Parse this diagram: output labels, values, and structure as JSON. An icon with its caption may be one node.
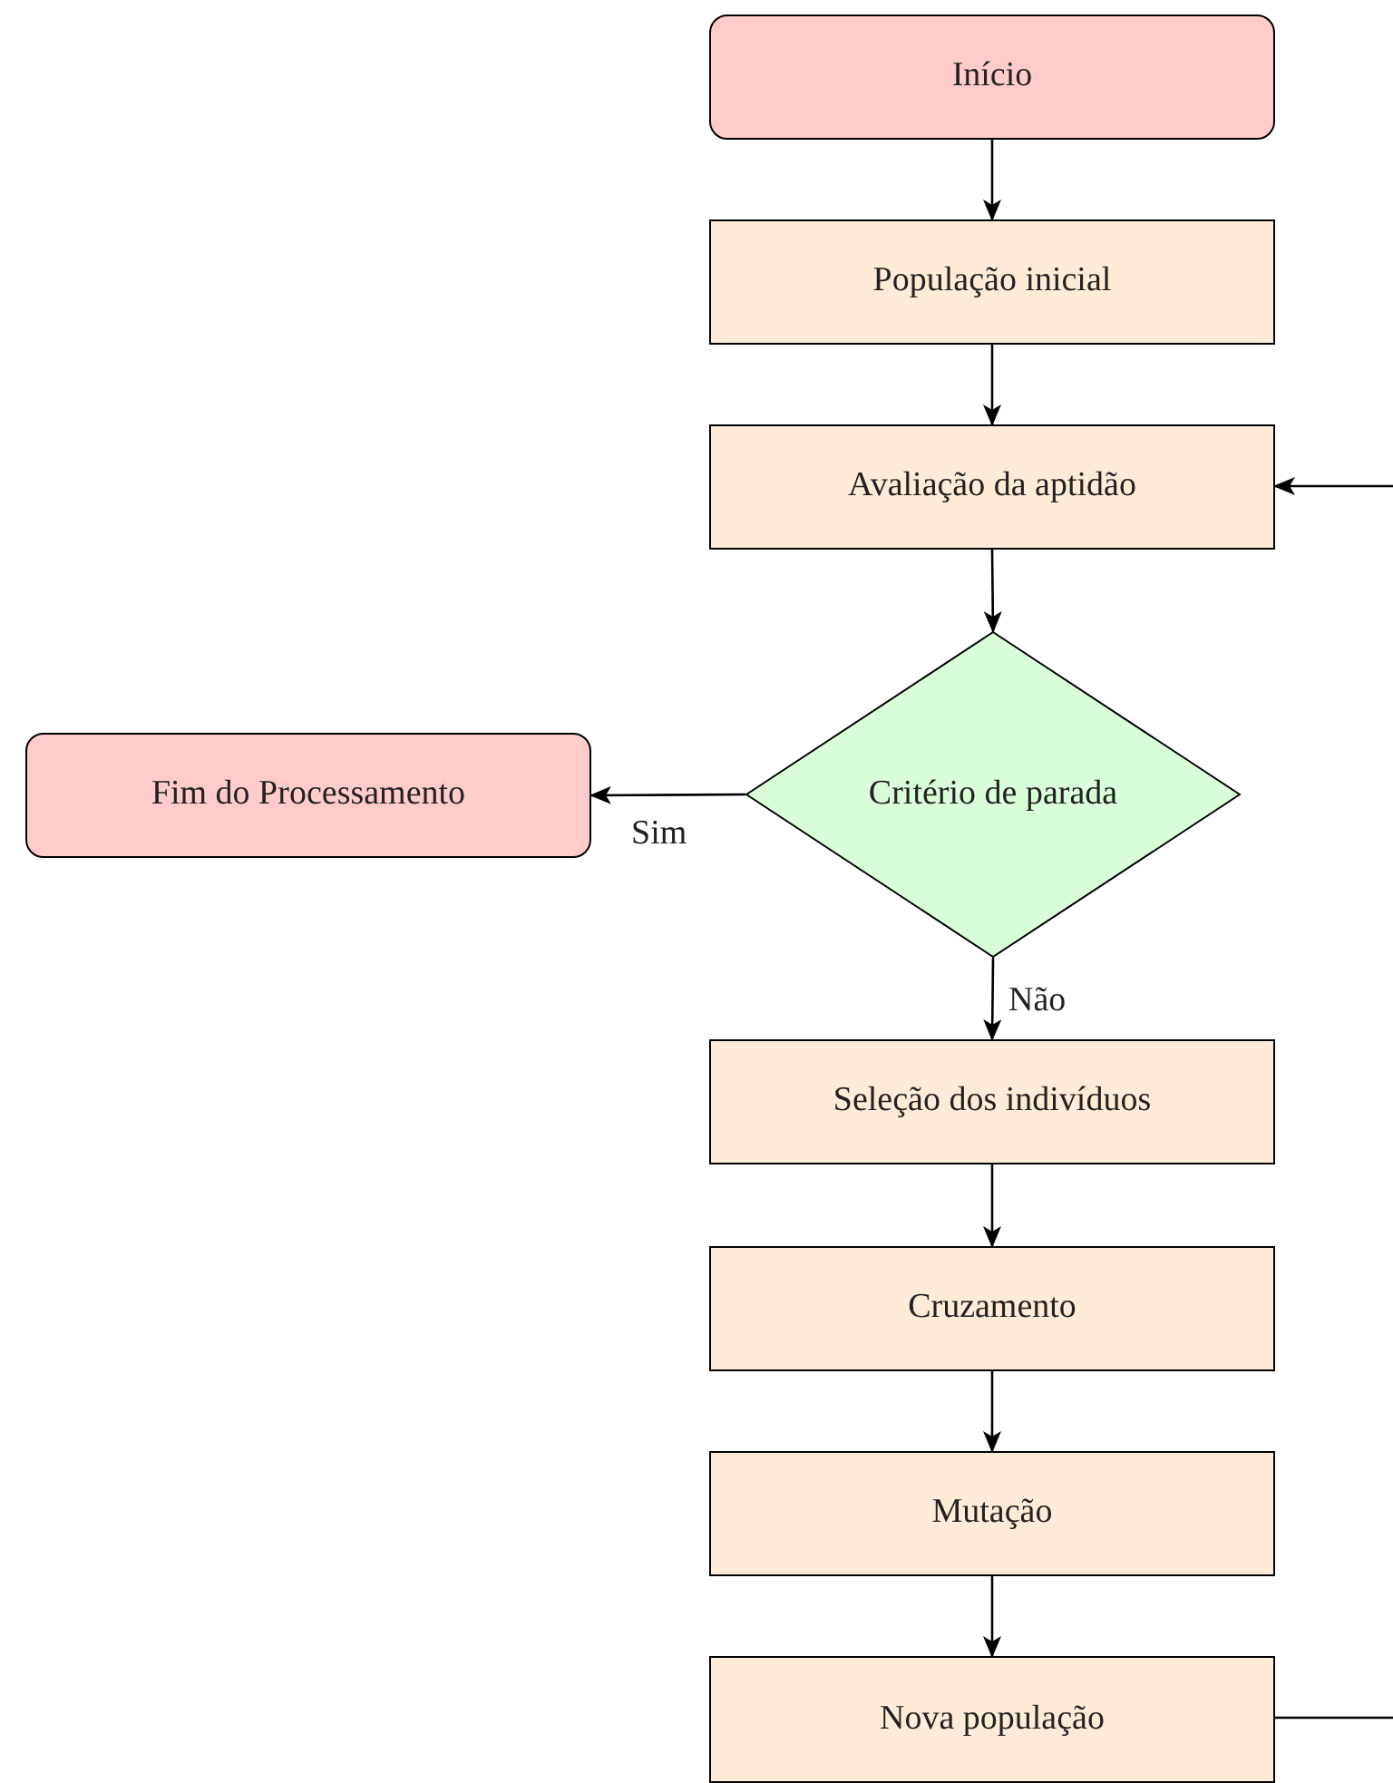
{
  "diagram": {
    "nodes": [
      {
        "text": [
          "Início"
        ]
      },
      {
        "text": [
          "População inicial"
        ]
      },
      {
        "text": [
          "Avaliação da aptidão"
        ]
      },
      {
        "text": [
          "Critério de parada"
        ]
      },
      {
        "text": [
          "Fim do Processamento"
        ]
      },
      {
        "text": [
          "Seleção dos indivíduos"
        ]
      },
      {
        "text": [
          "Cruzamento"
        ]
      },
      {
        "text": [
          "Mutação"
        ]
      },
      {
        "text": [
          "Nova população"
        ]
      }
    ],
    "edges": [
      {
        "from": 0,
        "to": 1,
        "arrow": "to"
      },
      {
        "from": 1,
        "to": 2,
        "arrow": "to"
      },
      {
        "from": 2,
        "to": 3,
        "arrow": "to"
      },
      {
        "from": 3,
        "to": 4,
        "arrow": "to",
        "label": "Sim"
      },
      {
        "from": 3,
        "to": 5,
        "arrow": "to",
        "label": "Não"
      },
      {
        "from": 5,
        "to": 6,
        "arrow": "to"
      },
      {
        "from": 6,
        "to": 7,
        "arrow": "to"
      },
      {
        "from": 7,
        "to": 8,
        "arrow": "to"
      },
      {
        "from": null,
        "to": 2,
        "arrow": "to"
      },
      {
        "from": 8,
        "to": null,
        "arrow": "none"
      }
    ]
  }
}
